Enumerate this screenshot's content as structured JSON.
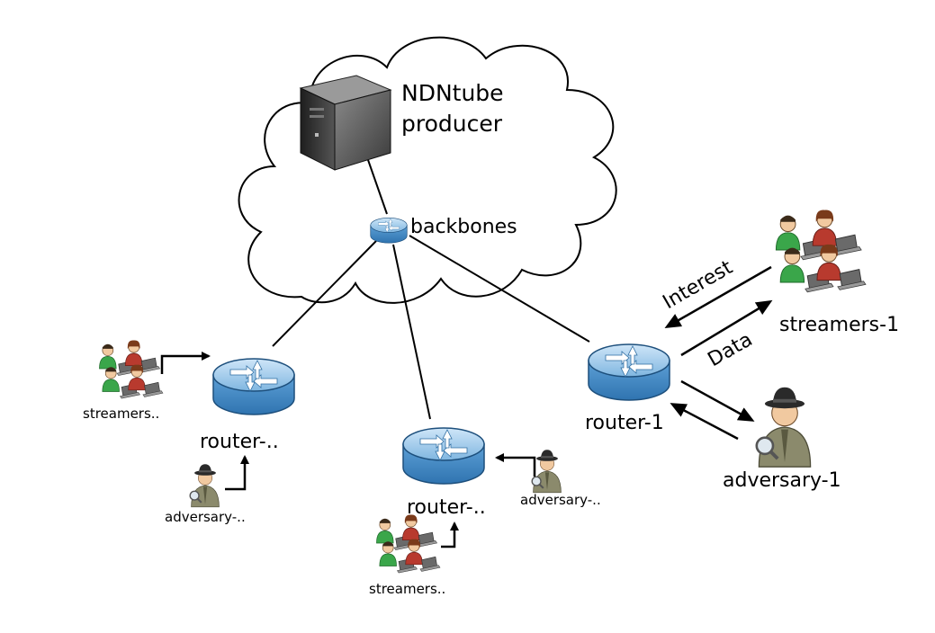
{
  "labels": {
    "producer_line1": "NDNtube",
    "producer_line2": "producer",
    "backbones": "backbones",
    "router_1": "router-1",
    "router_left": "router-..",
    "router_middle": "router-..",
    "streamers_1": "streamers-1",
    "streamers_left": "streamers..",
    "streamers_bottom": "streamers..",
    "adversary_1": "adversary-1",
    "adversary_left": "adversary-..",
    "adversary_middle": "adversary-..",
    "interest": "Interest",
    "data": "Data"
  },
  "icons": {
    "producer": "server-icon",
    "router": "router-icon",
    "streamers": "user-group-icon",
    "adversary": "spy-icon",
    "cloud": "cloud-shape"
  },
  "colors": {
    "router_blue": "#4a90c8",
    "router_light": "#9cc9ec",
    "server_dark": "#2b2b2b",
    "user_green": "#3aa64a",
    "user_red": "#b83a2e",
    "adversary_khaki": "#8b8a6c"
  }
}
